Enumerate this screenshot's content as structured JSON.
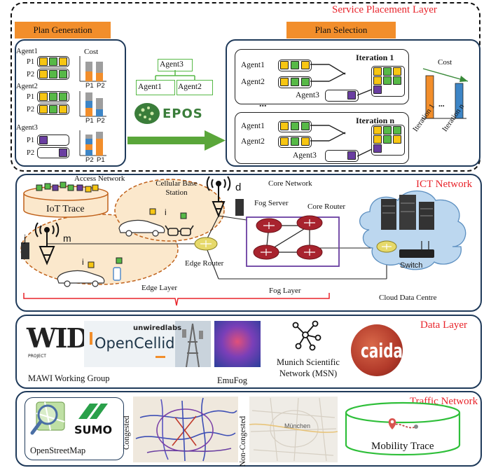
{
  "service_layer": {
    "title": "Service Placement Layer",
    "plan_generation": {
      "header": "Plan Generation",
      "cost_label": "Cost",
      "agents": [
        "Agent1",
        "Agent2",
        "Agent3"
      ],
      "plans": [
        "P1",
        "P2"
      ],
      "axis_pairs": [
        [
          "P1",
          "P2"
        ],
        [
          "P1",
          "P2"
        ],
        [
          "P2",
          "P1"
        ]
      ]
    },
    "epos": {
      "tree_nodes": [
        "Agent3",
        "Agent1",
        "Agent2"
      ],
      "logo_text": "EPOS"
    },
    "plan_selection": {
      "header": "Plan Selection",
      "iteration_1": {
        "label": "Iteration 1",
        "agents": [
          "Agent1",
          "Agent2",
          "Agent3"
        ]
      },
      "iteration_n": {
        "label": "Iteration n",
        "agents": [
          "Agent1",
          "Agent2",
          "Agent3"
        ]
      },
      "ellipsis": "...",
      "cost_chart": {
        "title": "Cost",
        "x_labels": [
          "Iteration 1",
          "Iteration n"
        ],
        "ellipsis": "..."
      }
    }
  },
  "ict_layer": {
    "title": "ICT Network",
    "access_network": "Access Network",
    "iot_trace": "IoT Trace",
    "cellular_base_station": "Cellular Base Station",
    "core_network": "Core Network",
    "fog_server": "Fog Server",
    "core_router": "Core Router",
    "edge_router": "Edge Router",
    "switch": "Switch",
    "edge_layer": "Edge Layer",
    "fog_layer": "Fog Layer",
    "cloud_data_centre": "Cloud Data Centre",
    "node_labels": {
      "d": "d",
      "i1": "i",
      "i2": "i",
      "j": "j",
      "m": "m"
    }
  },
  "data_layer": {
    "title": "Data Layer",
    "wide_logo": "WIDE",
    "wide_sub": "PROJECT",
    "mawi": "MAWI Working Group",
    "opencellid_top": "unwiredlabs",
    "opencellid": "OpenCellid",
    "emufog": "EmuFog",
    "msn": "Munich Scientific Network (MSN)",
    "caida": "caida"
  },
  "traffic_layer": {
    "title": "Traffic Network",
    "osm": "OpenStreetMap",
    "sumo": "SUMO",
    "congested": "Congested",
    "non_congested": "Non-Congested",
    "map_label": "München",
    "mobility_trace": "Mobility Trace"
  },
  "colors": {
    "accent_red": "#e8232a",
    "orange": "#f28e2b",
    "navy": "#1f3a5a",
    "square_yellow": "#f7c613",
    "square_green": "#57b947",
    "square_purple": "#6a3ea1",
    "bar_blue": "#3d85c6",
    "bar_gray": "#9e9e9e",
    "router_red": "#a8232e",
    "router_yellow": "#e6d96a",
    "cloud_blue": "#bcd7ef",
    "edge_zone": "#fbe8cc",
    "mobility_green": "#2fbf3a"
  }
}
